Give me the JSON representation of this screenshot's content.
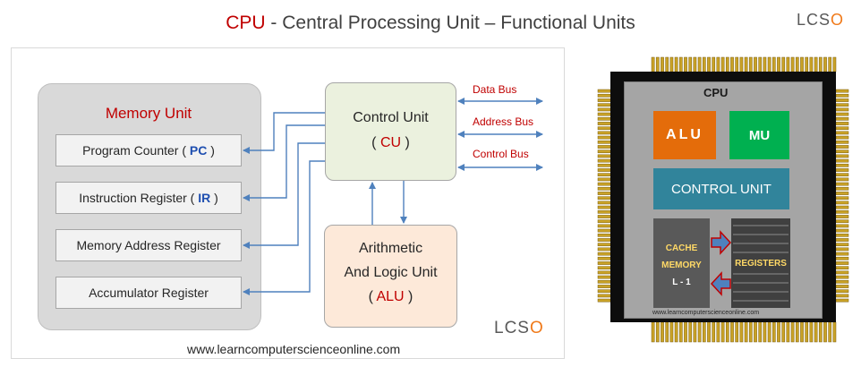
{
  "title": {
    "cpu": "CPU",
    "separator": " - ",
    "rest": "Central Processing Unit – Functional Units"
  },
  "logo": {
    "text": "LCS",
    "accent": "O"
  },
  "memory_unit": {
    "title": "Memory Unit",
    "registers": [
      {
        "label": "Program Counter ( ",
        "abbr": "PC",
        "close": " )"
      },
      {
        "label": "Instruction Register ( ",
        "abbr": "IR",
        "close": " )"
      },
      {
        "label": "Memory Address Register",
        "abbr": "",
        "close": ""
      },
      {
        "label": "Accumulator Register",
        "abbr": "",
        "close": ""
      }
    ]
  },
  "control_unit": {
    "name": "Control Unit",
    "abbr_open": "( ",
    "abbr": "CU",
    "abbr_close": " )"
  },
  "alu": {
    "line1": "Arithmetic",
    "line2": "And Logic Unit",
    "abbr_open": "( ",
    "abbr": "ALU",
    "abbr_close": " )"
  },
  "buses": [
    "Data Bus",
    "Address Bus",
    "Control Bus"
  ],
  "website": "www.learncomputerscienceonline.com",
  "chip": {
    "label": "CPU",
    "alu": "ALU",
    "mu": "MU",
    "control_unit": "CONTROL UNIT",
    "cache_line1": "CACHE",
    "cache_line2": "MEMORY",
    "cache_line3": "L - 1",
    "registers": "REGISTERS",
    "website": "www.learncomputerscienceonline.com"
  },
  "colors": {
    "accent_red": "#c00000",
    "logo_orange": "#f07a1a",
    "arrow_blue": "#4f81bd",
    "alu_orange": "#e46c0a",
    "mu_green": "#00b050",
    "cu_teal": "#31849b",
    "pin_gold": "#c9a227"
  }
}
